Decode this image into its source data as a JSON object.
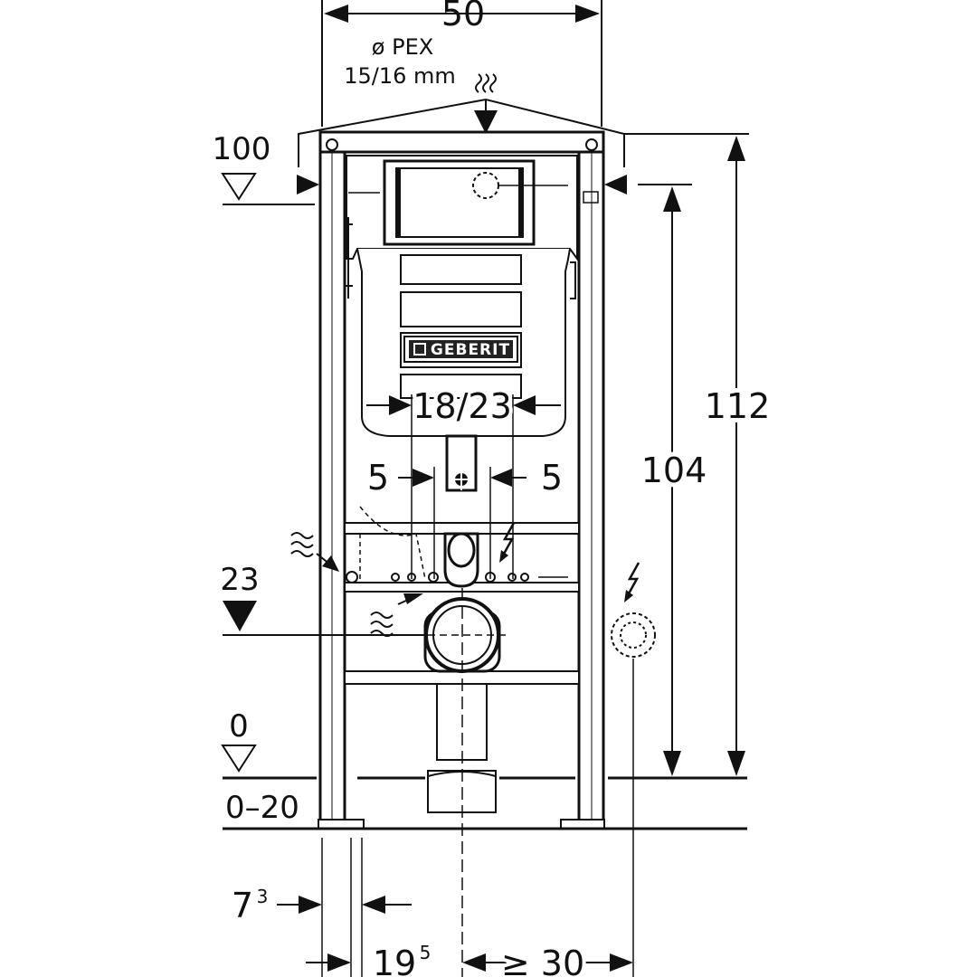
{
  "dimensions": {
    "width_top": "50",
    "pex_label_1": "ø PEX",
    "pex_label_2": "15/16 mm",
    "level_100": "100",
    "level_23": "23",
    "level_0": "0",
    "floor_range": "0–20",
    "height_112": "112",
    "height_104": "104",
    "bolt_spacing": "18/23",
    "offset_left": "5",
    "offset_right": "5",
    "left_offset_main": "7",
    "left_offset_sup": "3",
    "drain_offset_main": "19",
    "drain_offset_sup": "5",
    "min_distance": "≥ 30"
  },
  "brand": {
    "logo_text": "GEBERIT"
  },
  "icons": {
    "hot_water": "water-wave-icon",
    "electric": "lightning-icon"
  }
}
